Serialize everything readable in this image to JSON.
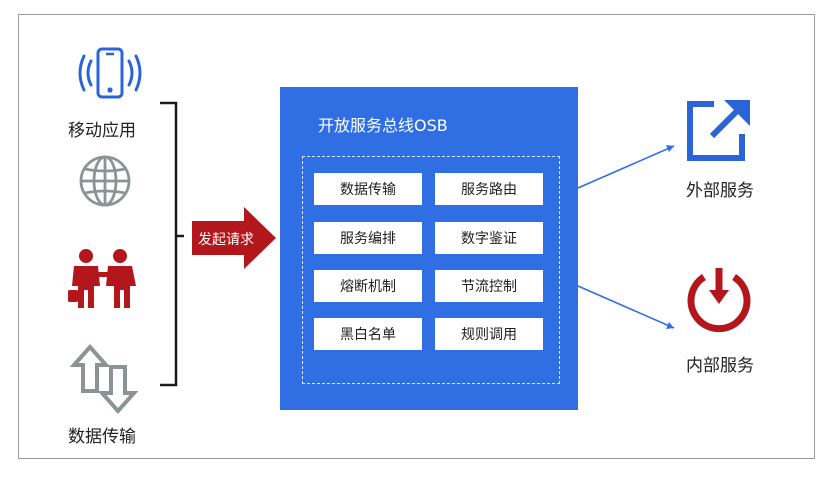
{
  "left": {
    "mobile_label": "移动应用",
    "data_label": "数据传输"
  },
  "request_arrow_label": "发起请求",
  "osb": {
    "title": "开放服务总线OSB",
    "functions": [
      "数据传输",
      "服务路由",
      "服务编排",
      "数字鉴证",
      "熔断机制",
      "节流控制",
      "黑白名单",
      "规则调用"
    ]
  },
  "right": {
    "external_label": "外部服务",
    "internal_label": "内部服务"
  },
  "colors": {
    "blue": "#2f6fe3",
    "red": "#b3161b",
    "gray": "#8a9593",
    "icon_blue": "#2a64d8"
  }
}
